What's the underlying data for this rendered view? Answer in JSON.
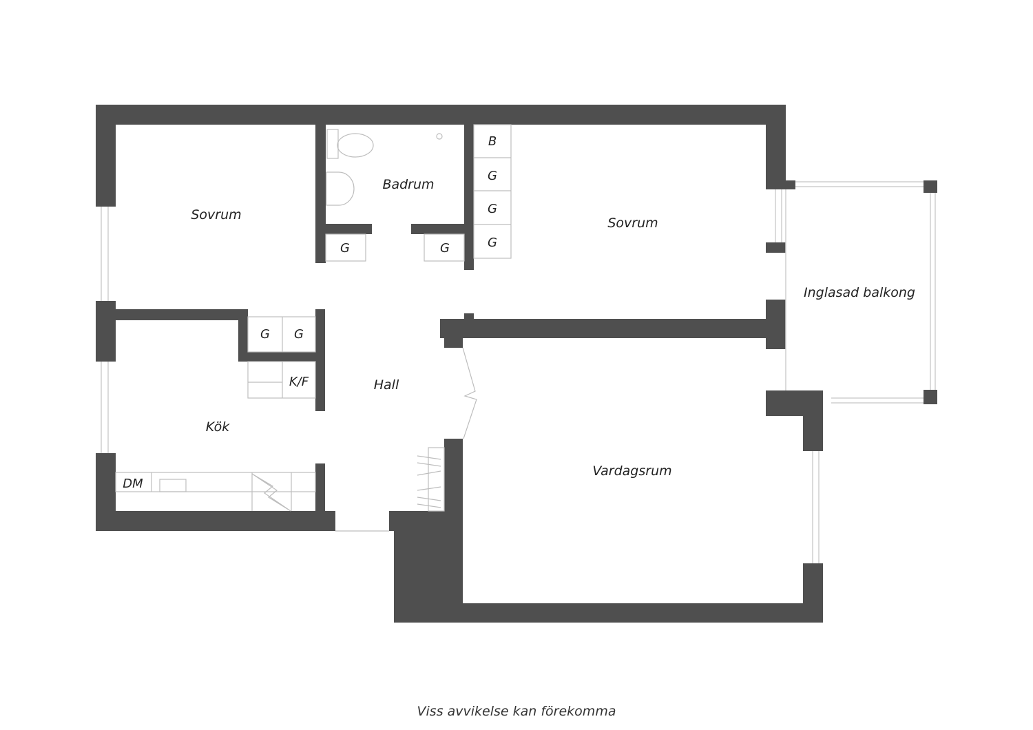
{
  "rooms": {
    "sovrum_left": "Sovrum",
    "badrum": "Badrum",
    "sovrum_right": "Sovrum",
    "inglasad_balkong": "Inglasad balkong",
    "kok": "Kök",
    "hall": "Hall",
    "vardagsrum": "Vardagsrum"
  },
  "closets": {
    "b": "B",
    "g1": "G",
    "g2": "G",
    "g3": "G",
    "g_bath_left": "G",
    "g_bath_right": "G",
    "g_kitchen_1": "G",
    "g_kitchen_2": "G",
    "kf": "K/F",
    "dm": "DM"
  },
  "footer": "Viss avvikelse kan förekomma",
  "colors": {
    "wall": "#4f4f4f",
    "background": "#ffffff"
  }
}
